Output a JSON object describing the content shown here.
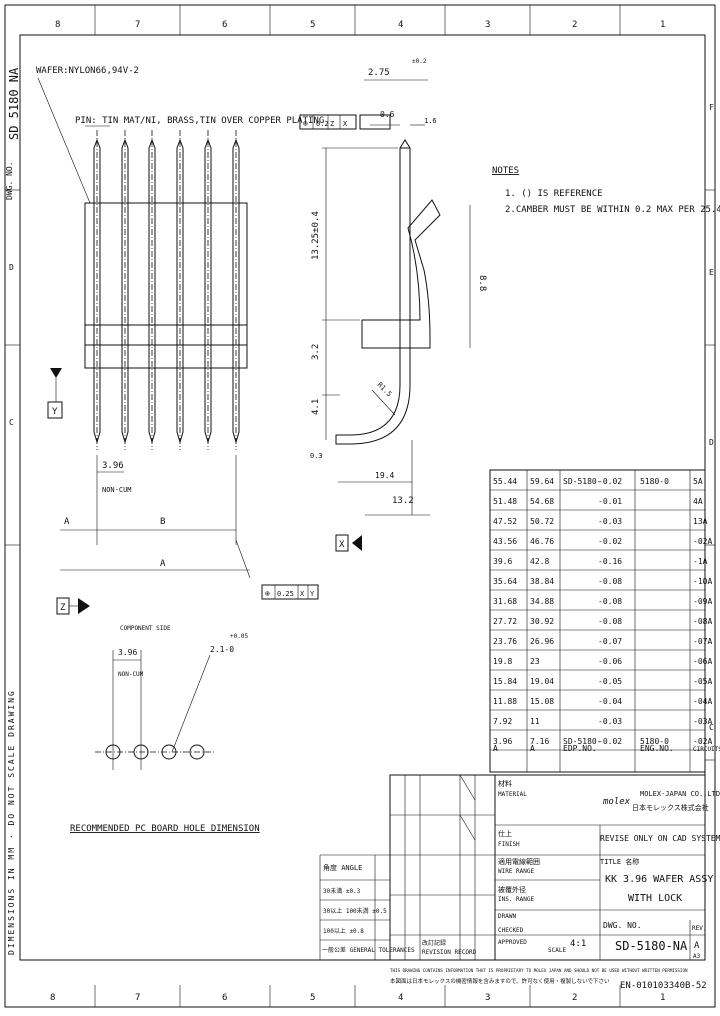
{
  "border": {
    "col_top": [
      "8",
      "7",
      "6",
      "5",
      "4",
      "3",
      "2",
      "1"
    ],
    "col_bottom": [
      "8",
      "7",
      "6",
      "5",
      "4",
      "3",
      "2",
      "1"
    ],
    "row_right": [
      "F",
      "E",
      "D",
      "C"
    ],
    "row_left": [
      "D",
      "C"
    ]
  },
  "dwg_side": {
    "label": "DWG. NO.",
    "number": "SD 5180 NA"
  },
  "left_vertical_note": "DIMENSIONS IN MM · DO NOT SCALE DRAWING",
  "front_view": {
    "wafer_label": "WAFER:NYLON66,94V-2",
    "pin_label": "PIN: TIN MAT/NI, BRASS,TIN OVER COPPER PLATING",
    "pitch_dim": "3.96",
    "pitch_tol": "NON-CUM",
    "dim_a_left": "A",
    "dim_b": "B",
    "dim_a": "A"
  },
  "side_view": {
    "dim_top": "2.75",
    "dim_top_tol": "±0.2",
    "dim_width": "0.6",
    "dim_small": "1.6",
    "dim_vertical_1": "13.25±0.4",
    "dim_vertical_2": "3.2",
    "dim_vertical_3": "4.1",
    "dim_right_vertical": "8.8",
    "dim_angle": "R1.5",
    "dim_bottom_1": "19.4",
    "dim_bottom_2": "13.2",
    "dim_left_small": "0.3"
  },
  "notes": {
    "title": "NOTES",
    "items": [
      "1. () IS REFERENCE",
      "2.CAMBER MUST BE WITHIN 0.2 MAX PER 25.4"
    ]
  },
  "datums": {
    "y": "Y",
    "x": "X",
    "z": "Z"
  },
  "tolerance_frame": [
    "⊕",
    "0.25",
    "X",
    "Y"
  ],
  "pcb": {
    "title": "RECOMMENDED PC BOARD HOLE DIMENSION",
    "side_label": "COMPONENT SIDE",
    "pitch": "3.96",
    "pitch_tol": "NON-CUM",
    "hole": "2.1-0",
    "hole_tol": "+0.05"
  },
  "table": {
    "rows": [
      [
        "55.44",
        "59.64",
        "SD-5180-",
        "-0.02",
        "5180-0",
        "5A"
      ],
      [
        "51.48",
        "54.68",
        "",
        "-0.01",
        "",
        "4A"
      ],
      [
        "47.52",
        "50.72",
        "",
        "-0.03",
        "",
        "13A"
      ],
      [
        "43.56",
        "46.76",
        "",
        "-0.02",
        "",
        "-02A"
      ],
      [
        "39.6",
        "42.8",
        "",
        "-0.16",
        "",
        "-1A"
      ],
      [
        "35.64",
        "38.84",
        "",
        "-0.08",
        "",
        "-10A"
      ],
      [
        "31.68",
        "34.88",
        "",
        "-0.08",
        "",
        "-09A"
      ],
      [
        "27.72",
        "30.92",
        "",
        "-0.08",
        "",
        "-08A"
      ],
      [
        "23.76",
        "26.96",
        "",
        "-0.07",
        "",
        "-07A"
      ],
      [
        "19.8",
        "23",
        "",
        "-0.06",
        "",
        "-06A"
      ],
      [
        "15.84",
        "19.04",
        "",
        "-0.05",
        "",
        "-05A"
      ],
      [
        "11.88",
        "15.08",
        "",
        "-0.04",
        "",
        "-04A"
      ],
      [
        "7.92",
        "11",
        "",
        "-0.03",
        "",
        "-03A"
      ],
      [
        "3.96",
        "7.16",
        "SD-5180-",
        "-0.02",
        "5180-0",
        "-02A"
      ]
    ],
    "header": [
      "A",
      "A",
      "EDP.NO.",
      "",
      "ENG.NO.",
      "CIRCUITS"
    ]
  },
  "title_block": {
    "material_jp": "材料",
    "material": "MATERIAL",
    "company": "MOLEX-JAPAN CO.,LTD.",
    "company_jp": "日本モレックス株式会社",
    "logo": "molex",
    "revise": "REVISE ONLY ON CAD SYSTEM",
    "finish_jp": "仕上",
    "finish": "FINISH",
    "title_label": "TITLE 名称",
    "title_line1": "KK 3.96 WAFER ASSY",
    "title_line2": "WITH LOCK",
    "size_range_jp": "適用電線範囲",
    "size_range": "WIRE RANGE",
    "ins_range_jp": "被覆外径",
    "ins_range": "INS. RANGE",
    "angle_label": "角度 ANGLE",
    "tol_rows": [
      "30未満 ±0.3",
      "30以上 100未満 ±0.5",
      "100以上 ±0.8"
    ],
    "general_tol": "一般公差 GENERAL TOLERANCES",
    "drawn": "DRAWN",
    "checked": "CHECKED",
    "approved": "APPROVED",
    "scale_label": "SCALE",
    "scale": "4:1",
    "dwg_no_label": "DWG. NO.",
    "dwg_no": "SD-5180-NA",
    "revision_label": "REV.",
    "revision": "A",
    "rev_record": "改訂記録",
    "revision_record": "REVISION RECORD",
    "sheet_size": "A3"
  },
  "footer": {
    "line1": "THIS DRAWING CONTAINS INFORMATION THAT IS PROPRIETARY TO MOLEX JAPAN AND SHOULD NOT BE USED WITHOUT WRITTEN PERMISSION",
    "line2": "本図面は日本モレックスの機密情報を含みますので、許可なく使用・複製しないで下さい",
    "doc_no": "EN-010103340B-52"
  }
}
